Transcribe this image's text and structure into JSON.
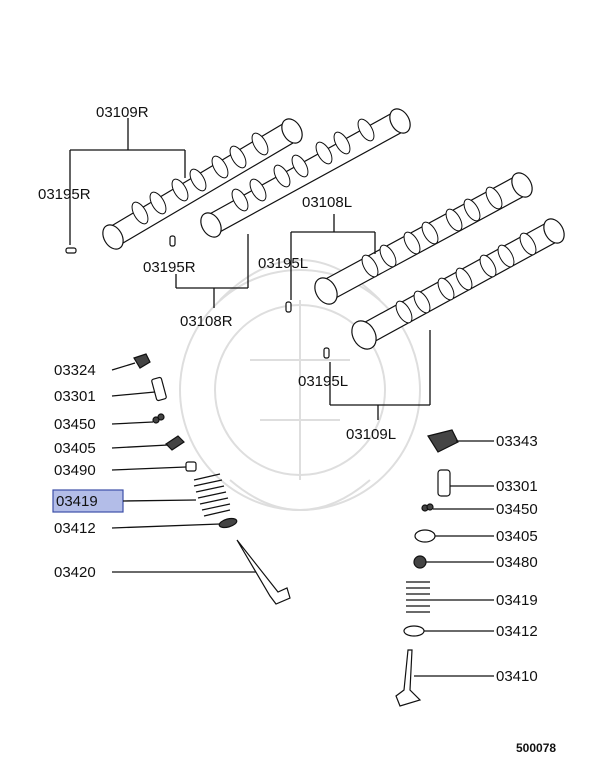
{
  "labels": {
    "cam_r_top": "03109R",
    "pin_r_left": "03195R",
    "pin_r_mid": "03195R",
    "cam_r_bottom": "03108R",
    "cam_l_top": "03108L",
    "pin_l_left": "03195L",
    "pin_l_right": "03195L",
    "cam_l_bottom": "03109L",
    "left_03324": "03324",
    "left_03301": "03301",
    "left_03450": "03450",
    "left_03405": "03405",
    "left_03490": "03490",
    "left_03419": "03419",
    "left_03412": "03412",
    "left_03420": "03420",
    "right_03343": "03343",
    "right_03301": "03301",
    "right_03450": "03450",
    "right_03405": "03405",
    "right_03480": "03480",
    "right_03419": "03419",
    "right_03412": "03412",
    "right_03410": "03410",
    "diagram_number": "500078"
  },
  "highlight": {
    "part": "left_03419",
    "color": "#b3bde8",
    "border": "#3c4fa8"
  }
}
